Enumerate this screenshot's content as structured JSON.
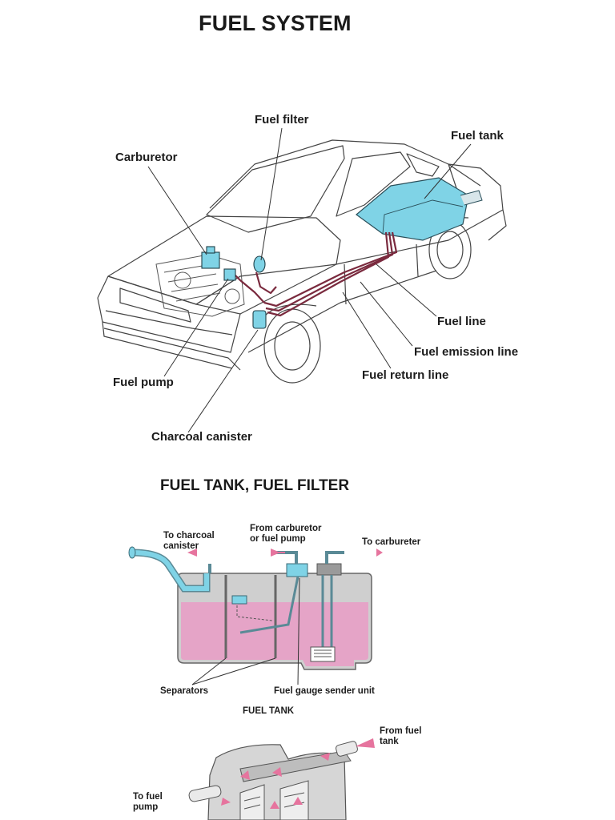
{
  "titles": {
    "main": "FUEL SYSTEM",
    "section2": "FUEL TANK, FUEL FILTER"
  },
  "car_diagram": {
    "labels": {
      "fuel_filter": "Fuel filter",
      "fuel_tank": "Fuel tank",
      "carburetor": "Carburetor",
      "fuel_line": "Fuel line",
      "fuel_emission_line": "Fuel emission line",
      "fuel_return_line": "Fuel return line",
      "fuel_pump": "Fuel pump",
      "charcoal_canister": "Charcoal canister"
    }
  },
  "tank_diagram": {
    "labels": {
      "to_charcoal_canister": "To charcoal\ncanister",
      "from_carburetor": "From carburetor\nor fuel pump",
      "to_carbureter": "To carbureter",
      "separators": "Separators",
      "fuel_gauge_sender_unit": "Fuel gauge sender unit",
      "caption": "FUEL TANK"
    }
  },
  "filter_diagram": {
    "labels": {
      "from_fuel_tank": "From fuel\ntank",
      "to_fuel_pump": "To fuel\npump"
    }
  },
  "colors": {
    "highlight_cyan": "#7fd3e6",
    "fuel_pink": "#e5a4c7",
    "fuel_line": "#7a2a3e",
    "arrow_pink": "#e6749e"
  }
}
